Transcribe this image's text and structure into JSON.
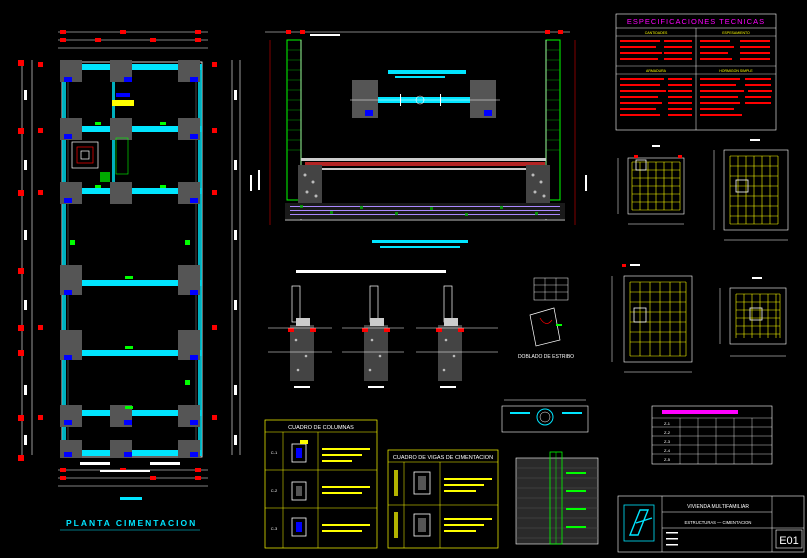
{
  "plan_title": "PLANTA CIMENTACION",
  "specs": {
    "title": "ESPECIFICACIONES TECNICAS",
    "col_left": "CANTIDADES",
    "col_right": "ESPESAMIENTO",
    "sub_left": "ARMADURA",
    "sub_right": "HORMIGON SIMPLE"
  },
  "stirrup_label": "DOBLADO DE ESTRIBO",
  "columns_table": {
    "title": "CUADRO DE COLUMNAS",
    "rows": [
      "C-1",
      "C-2",
      "C-3"
    ]
  },
  "beams_table": {
    "title": "CUADRO DE VIGAS DE CIMENTACION"
  },
  "small_table": {
    "rows": [
      "Z-1",
      "Z-2",
      "Z-3",
      "Z-4",
      "Z-5"
    ]
  },
  "title_block": {
    "project": "VIVIENDA MULTIFAMILIAR",
    "content": "ESTRUCTURAS — CIMENTACION",
    "sheet": "E01"
  },
  "colors": {
    "background": "#000000",
    "cyan": "#00FFFF",
    "green": "#00FF00",
    "red": "#FF0000",
    "magenta": "#FF00FF",
    "yellow": "#FFFF00",
    "blue": "#0000FF",
    "white": "#FFFFFF"
  }
}
